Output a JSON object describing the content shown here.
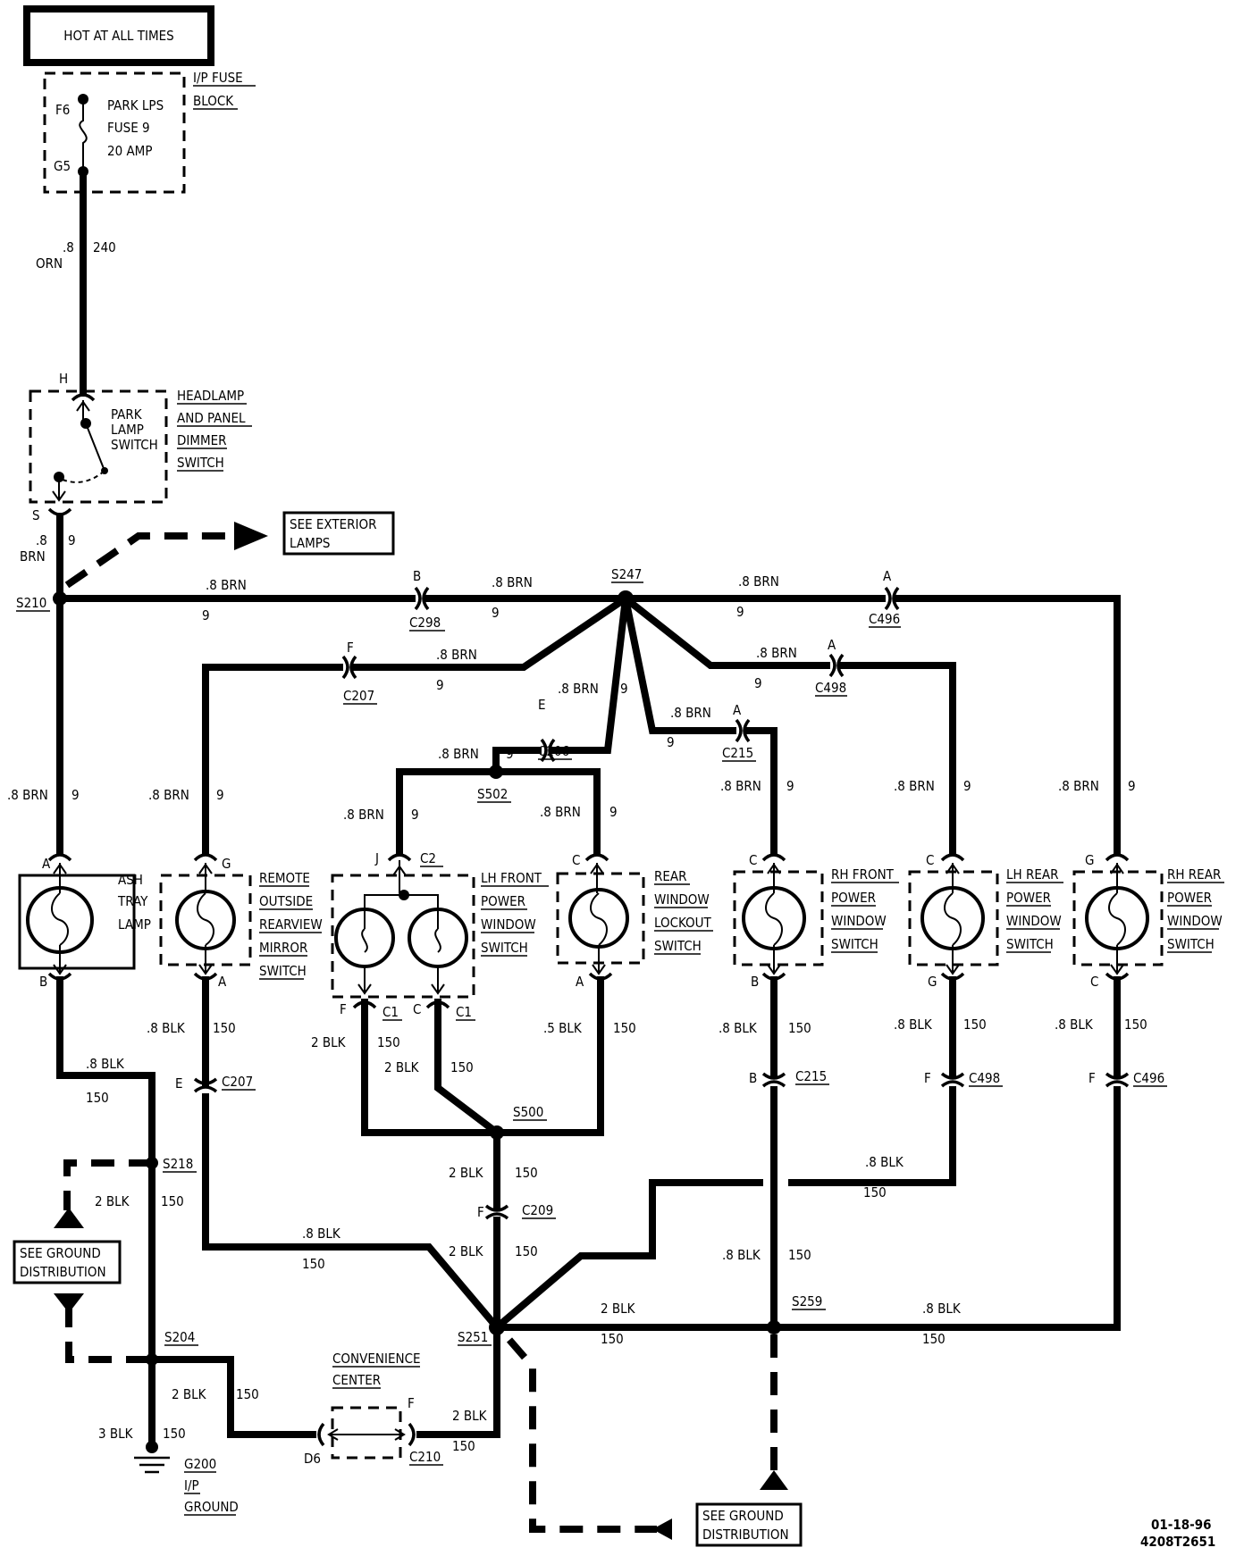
{
  "notes": {
    "hot": "HOT AT ALL TIMES",
    "date": "01-18-96",
    "code": "4208T2651"
  },
  "fuse_block": {
    "title_line1": "I/P FUSE",
    "title_line2": "BLOCK",
    "pin_top": "F6",
    "pin_bottom": "G5",
    "line1": "PARK LPS",
    "line2": "FUSE 9",
    "line3": "20 AMP"
  },
  "headlamp_switch": {
    "title_line1": "HEADLAMP",
    "title_line2": "AND PANEL",
    "title_line3": "DIMMER",
    "title_line4": "SWITCH",
    "inner_line1": "PARK",
    "inner_line2": "LAMP",
    "inner_line3": "SWITCH",
    "pin_top": "H",
    "pin_bottom": "S"
  },
  "exterior_ref": {
    "line1": "SEE EXTERIOR",
    "line2": "LAMPS"
  },
  "ground_ref_left": {
    "line1": "SEE GROUND",
    "line2": "DISTRIBUTION"
  },
  "ground_ref_bottom": {
    "line1": "SEE GROUND",
    "line2": "DISTRIBUTION"
  },
  "wire_labels": {
    "orn_size": ".8",
    "orn_color": "ORN",
    "orn_circuit": "240",
    "brn_size": ".8",
    "brn_color": "BRN",
    "brn_circuit": "9",
    "brn": ".8 BRN",
    "c9": "9",
    "blk_08": ".8 BLK",
    "blk_05": ".5 BLK",
    "blk_2": "2 BLK",
    "blk_3": "3 BLK",
    "c150": "150"
  },
  "splices": {
    "s210": "S210",
    "s247": "S247",
    "s502": "S502",
    "s500": "S500",
    "s218": "S218",
    "s204": "S204",
    "s251": "S251",
    "s259": "S259"
  },
  "connectors": {
    "c298": "C298",
    "c496": "C496",
    "c207": "C207",
    "c498": "C498",
    "c206": "C206",
    "c215": "C215",
    "c209": "C209",
    "c210": "C210",
    "c2": "C2",
    "c1": "C1"
  },
  "pins": {
    "a": "A",
    "b": "B",
    "c": "C",
    "e": "E",
    "f": "F",
    "g": "G",
    "j": "J",
    "d6": "D6"
  },
  "components": {
    "ash": {
      "line1": "ASH",
      "line2": "TRAY",
      "line3": "LAMP"
    },
    "mirror": {
      "line1": "REMOTE",
      "line2": "OUTSIDE",
      "line3": "REARVIEW",
      "line4": "MIRROR",
      "line5": "SWITCH"
    },
    "lhfront": {
      "line1": "LH FRONT",
      "line2": "POWER",
      "line3": "WINDOW",
      "line4": "SWITCH"
    },
    "rearlock": {
      "line1": "REAR",
      "line2": "WINDOW",
      "line3": "LOCKOUT",
      "line4": "SWITCH"
    },
    "rhfront": {
      "line1": "RH FRONT",
      "line2": "POWER",
      "line3": "WINDOW",
      "line4": "SWITCH"
    },
    "lhrear": {
      "line1": "LH REAR",
      "line2": "POWER",
      "line3": "WINDOW",
      "line4": "SWITCH"
    },
    "rhrear": {
      "line1": "RH REAR",
      "line2": "POWER",
      "line3": "WINDOW",
      "line4": "SWITCH"
    },
    "convenience": {
      "line1": "CONVENIENCE",
      "line2": "CENTER"
    },
    "ground": {
      "line1": "G200",
      "line2": "I/P",
      "line3": "GROUND"
    }
  }
}
